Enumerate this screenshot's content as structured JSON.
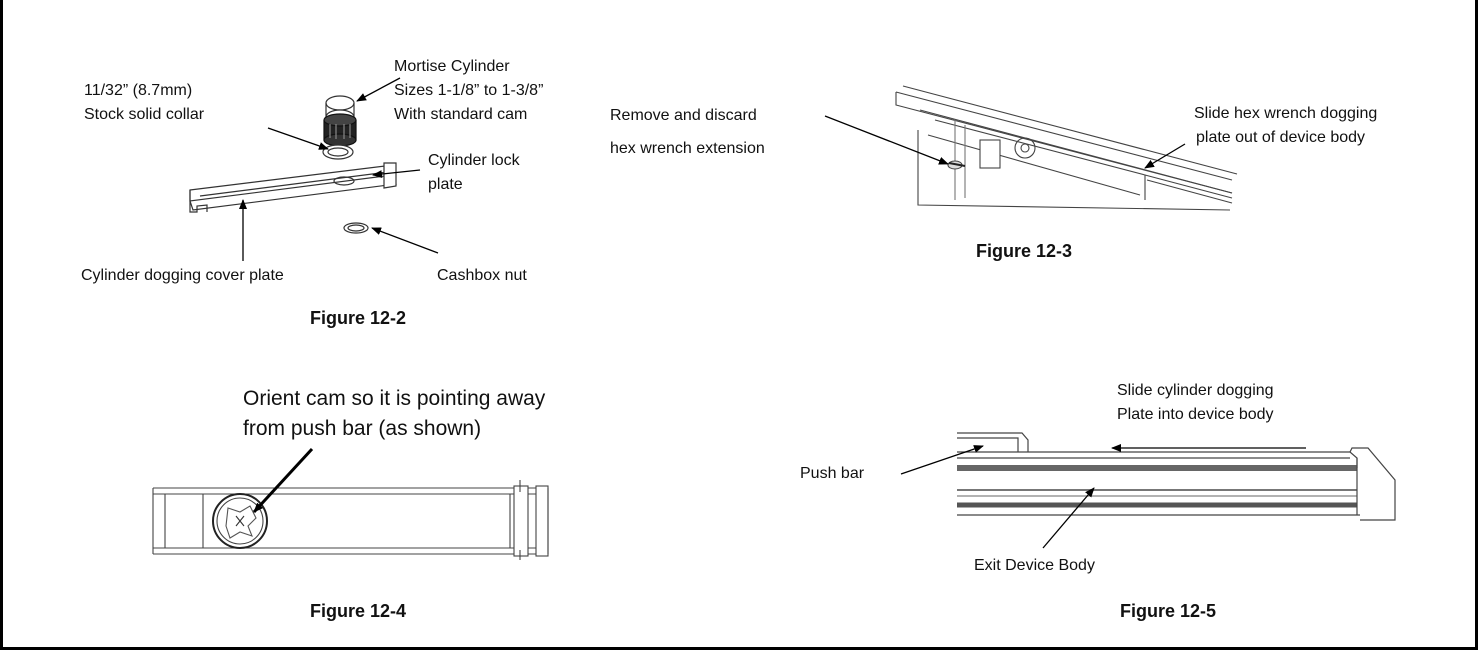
{
  "fig2": {
    "collar_1": "11/32” (8.7mm)",
    "collar_2": "Stock solid collar",
    "mortise_1": "Mortise Cylinder",
    "mortise_2": "Sizes 1-1/8” to 1-3/8”",
    "mortise_3": "With standard cam",
    "lockplate_1": "Cylinder lock",
    "lockplate_2": "plate",
    "cover_plate": "Cylinder dogging cover plate",
    "cashbox": "Cashbox nut",
    "caption": "Figure 12-2"
  },
  "fig3": {
    "remove_1": "Remove and discard",
    "remove_2": "hex wrench extension",
    "slide_1": "Slide hex wrench dogging",
    "slide_2": "plate out of device body",
    "caption": "Figure 12-3"
  },
  "fig4": {
    "orient_1": "Orient cam so it is pointing away",
    "orient_2": "from push bar (as shown)",
    "caption": "Figure 12-4"
  },
  "fig5": {
    "slide_1": "Slide cylinder dogging",
    "slide_2": "Plate into device body",
    "push_bar": "Push bar",
    "exit_body": "Exit Device Body",
    "caption": "Figure 12-5"
  }
}
